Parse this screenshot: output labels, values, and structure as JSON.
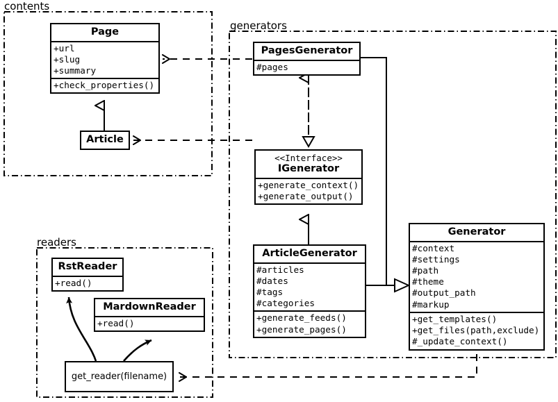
{
  "diagram": {
    "type": "uml-class-diagram",
    "packages": [
      {
        "id": "contents",
        "label": "contents"
      },
      {
        "id": "generators",
        "label": "generators"
      },
      {
        "id": "readers",
        "label": "readers"
      }
    ],
    "classes": [
      {
        "id": "page",
        "name": "Page",
        "package": "contents",
        "attributes": [
          "+url",
          "+slug",
          "+summary"
        ],
        "methods": [
          "+check_properties()"
        ]
      },
      {
        "id": "article",
        "name": "Article",
        "package": "contents",
        "attributes": [],
        "methods": []
      },
      {
        "id": "pages_generator",
        "name": "PagesGenerator",
        "package": "generators",
        "attributes": [
          "#pages"
        ],
        "methods": []
      },
      {
        "id": "igenerator",
        "stereotype": "<<Interface>>",
        "name": "IGenerator",
        "package": "generators",
        "attributes": [],
        "methods": [
          "+generate_context()",
          "+generate_output()"
        ]
      },
      {
        "id": "article_generator",
        "name": "ArticleGenerator",
        "package": "generators",
        "attributes": [
          "#articles",
          "#dates",
          "#tags",
          "#categories"
        ],
        "methods": [
          "+generate_feeds()",
          "+generate_pages()"
        ]
      },
      {
        "id": "generator",
        "name": "Generator",
        "package": "generators",
        "attributes": [
          "#context",
          "#settings",
          "#path",
          "#theme",
          "#output_path",
          "#markup"
        ],
        "methods": [
          "+get_templates()",
          "+get_files(path,exclude)",
          "#_update_context()"
        ]
      },
      {
        "id": "rst_reader",
        "name": "RstReader",
        "package": "readers",
        "attributes": [],
        "methods": [
          "+read()"
        ]
      },
      {
        "id": "mardown_reader",
        "name": "MardownReader",
        "package": "readers",
        "attributes": [],
        "methods": [
          "+read()"
        ]
      }
    ],
    "functions": [
      {
        "id": "get_reader",
        "label": "get_reader(filename)",
        "package": "readers"
      }
    ],
    "relationships": [
      {
        "from": "article",
        "to": "page",
        "type": "generalization"
      },
      {
        "from": "pages_generator",
        "to": "igenerator",
        "type": "realization"
      },
      {
        "from": "article_generator",
        "to": "igenerator",
        "type": "generalization"
      },
      {
        "from": "pages_generator",
        "to": "generator",
        "type": "generalization"
      },
      {
        "from": "article_generator",
        "to": "generator",
        "type": "generalization"
      },
      {
        "from": "pages_generator",
        "to": "page",
        "type": "dependency"
      },
      {
        "from": "pages_generator",
        "to": "article",
        "type": "dependency"
      },
      {
        "from": "generator",
        "to": "get_reader",
        "type": "dependency"
      },
      {
        "from": "get_reader",
        "to": "rst_reader",
        "type": "dependency"
      },
      {
        "from": "get_reader",
        "to": "mardown_reader",
        "type": "dependency"
      }
    ],
    "colors": {
      "stroke": "#000000",
      "fill": "#ffffff",
      "background": "#ffffff"
    }
  }
}
